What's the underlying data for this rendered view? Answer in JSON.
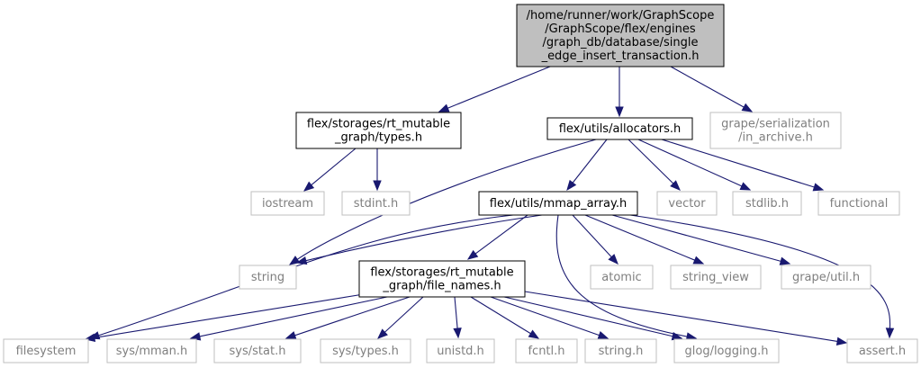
{
  "colors": {
    "edge": "#191970",
    "root_fill": "#bfbfbf",
    "box_border": "#000000",
    "external_border": "#bfbfbf",
    "external_text": "#7f7f7f"
  },
  "nodes": {
    "root": {
      "lines": [
        "/home/runner/work/GraphScope",
        "/GraphScope/flex/engines",
        "/graph_db/database/single",
        "_edge_insert_transaction.h"
      ],
      "kind": "root"
    },
    "types_h": {
      "lines": [
        "flex/storages/rt_mutable",
        "_graph/types.h"
      ],
      "kind": "doc"
    },
    "allocators_h": {
      "lines": [
        "flex/utils/allocators.h"
      ],
      "kind": "doc"
    },
    "in_archive_h": {
      "lines": [
        "grape/serialization",
        "/in_archive.h"
      ],
      "kind": "ext"
    },
    "iostream": {
      "lines": [
        "iostream"
      ],
      "kind": "ext"
    },
    "stdint_h": {
      "lines": [
        "stdint.h"
      ],
      "kind": "ext"
    },
    "mmap_array_h": {
      "lines": [
        "flex/utils/mmap_array.h"
      ],
      "kind": "doc"
    },
    "vector": {
      "lines": [
        "vector"
      ],
      "kind": "ext"
    },
    "stdlib_h": {
      "lines": [
        "stdlib.h"
      ],
      "kind": "ext"
    },
    "functional": {
      "lines": [
        "functional"
      ],
      "kind": "ext"
    },
    "string": {
      "lines": [
        "string"
      ],
      "kind": "ext"
    },
    "file_names_h": {
      "lines": [
        "flex/storages/rt_mutable",
        "_graph/file_names.h"
      ],
      "kind": "doc"
    },
    "atomic": {
      "lines": [
        "atomic"
      ],
      "kind": "ext"
    },
    "string_view": {
      "lines": [
        "string_view"
      ],
      "kind": "ext"
    },
    "grape_util_h": {
      "lines": [
        "grape/util.h"
      ],
      "kind": "ext"
    },
    "filesystem": {
      "lines": [
        "filesystem"
      ],
      "kind": "ext"
    },
    "sys_mman_h": {
      "lines": [
        "sys/mman.h"
      ],
      "kind": "ext"
    },
    "sys_stat_h": {
      "lines": [
        "sys/stat.h"
      ],
      "kind": "ext"
    },
    "sys_types_h": {
      "lines": [
        "sys/types.h"
      ],
      "kind": "ext"
    },
    "unistd_h": {
      "lines": [
        "unistd.h"
      ],
      "kind": "ext"
    },
    "fcntl_h": {
      "lines": [
        "fcntl.h"
      ],
      "kind": "ext"
    },
    "string_h": {
      "lines": [
        "string.h"
      ],
      "kind": "ext"
    },
    "glog_logging_h": {
      "lines": [
        "glog/logging.h"
      ],
      "kind": "ext"
    },
    "assert_h": {
      "lines": [
        "assert.h"
      ],
      "kind": "ext"
    }
  },
  "edges": [
    [
      "root",
      "types_h"
    ],
    [
      "root",
      "allocators_h"
    ],
    [
      "root",
      "in_archive_h"
    ],
    [
      "types_h",
      "iostream"
    ],
    [
      "types_h",
      "stdint_h"
    ],
    [
      "allocators_h",
      "mmap_array_h"
    ],
    [
      "allocators_h",
      "vector"
    ],
    [
      "allocators_h",
      "stdlib_h"
    ],
    [
      "allocators_h",
      "functional"
    ],
    [
      "allocators_h",
      "string"
    ],
    [
      "mmap_array_h",
      "string"
    ],
    [
      "mmap_array_h",
      "file_names_h"
    ],
    [
      "mmap_array_h",
      "atomic"
    ],
    [
      "mmap_array_h",
      "string_view"
    ],
    [
      "mmap_array_h",
      "grape_util_h"
    ],
    [
      "mmap_array_h",
      "filesystem"
    ],
    [
      "mmap_array_h",
      "glog_logging_h"
    ],
    [
      "mmap_array_h",
      "assert_h"
    ],
    [
      "file_names_h",
      "filesystem"
    ],
    [
      "file_names_h",
      "sys_mman_h"
    ],
    [
      "file_names_h",
      "sys_stat_h"
    ],
    [
      "file_names_h",
      "sys_types_h"
    ],
    [
      "file_names_h",
      "unistd_h"
    ],
    [
      "file_names_h",
      "fcntl_h"
    ],
    [
      "file_names_h",
      "string_h"
    ],
    [
      "file_names_h",
      "glog_logging_h"
    ],
    [
      "file_names_h",
      "assert_h"
    ]
  ]
}
